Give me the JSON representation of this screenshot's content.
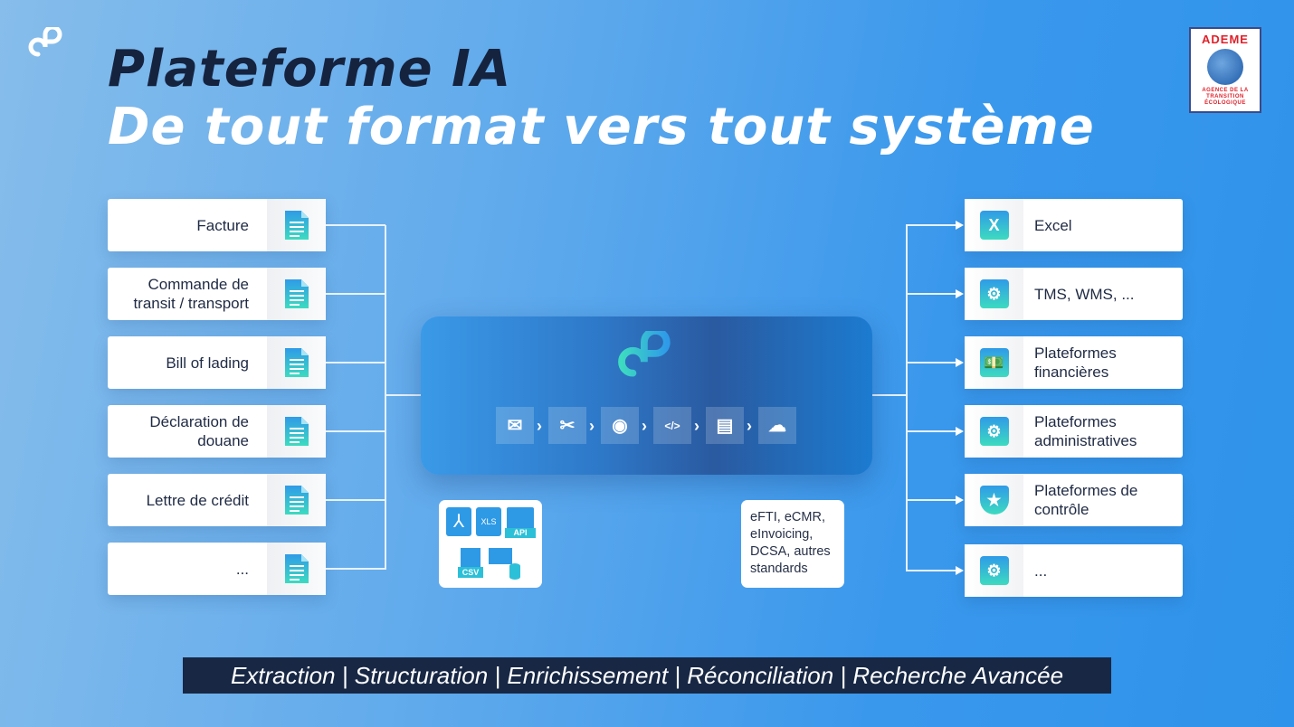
{
  "title": {
    "line1": "Plateforme IA",
    "line2": "De tout format vers tout système"
  },
  "partner_logo": {
    "name": "ADEME",
    "tagline": "AGENCE DE LA TRANSITION ÉCOLOGIQUE"
  },
  "inputs": [
    {
      "label": "Facture",
      "icon": "document-icon"
    },
    {
      "label": "Commande de transit / transport",
      "icon": "document-icon"
    },
    {
      "label": "Bill of lading",
      "icon": "document-icon"
    },
    {
      "label": "Déclaration de douane",
      "icon": "document-icon"
    },
    {
      "label": "Lettre de crédit",
      "icon": "document-icon"
    },
    {
      "label": "...",
      "icon": "document-icon"
    }
  ],
  "outputs": [
    {
      "label": "Excel",
      "icon": "excel-icon"
    },
    {
      "label": "TMS, WMS, ...",
      "icon": "gear-icon"
    },
    {
      "label": "Plateformes financières",
      "icon": "money-icon"
    },
    {
      "label": "Plateformes administratives",
      "icon": "laptop-gear-icon"
    },
    {
      "label": "Plateformes de contrôle",
      "icon": "shield-star-icon"
    },
    {
      "label": "...",
      "icon": "user-gear-icon"
    }
  ],
  "pipeline": [
    "mail-icon",
    "scissors-icon",
    "eye-icon",
    "code-icon",
    "document-icon",
    "cloud-icon"
  ],
  "formats": {
    "xls": "XLS",
    "api": "API",
    "csv": "CSV"
  },
  "standards": "eFTI, eCMR, eInvoicing, DCSA, autres standards",
  "banner": "Extraction | Structuration | Enrichissement | Réconciliation | Recherche Avancée",
  "colors": {
    "navy": "#16233f",
    "accent": "#2e93ea",
    "teal": "#3ddbc0"
  }
}
